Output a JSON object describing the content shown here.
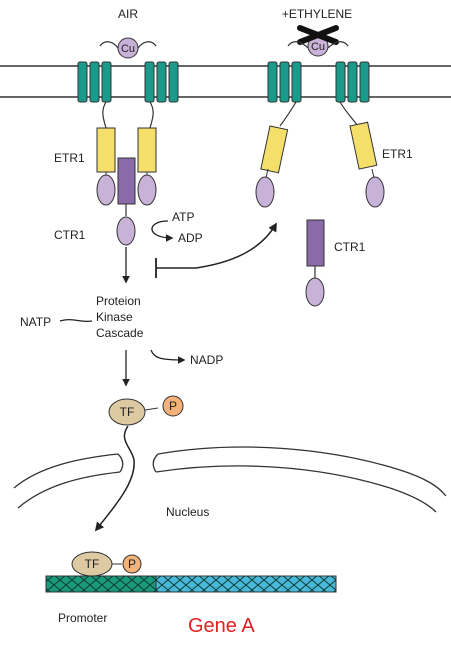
{
  "labels": {
    "air": "AIR",
    "ethylene": "+ETHYLENE",
    "cu_left": "Cu",
    "cu_right": "Cu",
    "etr1_left": "ETR1",
    "etr1_right": "ETR1",
    "ctr1_left": "CTR1",
    "ctr1_right": "CTR1",
    "atp": "ATP",
    "adp": "ADP",
    "cascade_line1": "Proteion",
    "cascade_line2": "Kinase",
    "cascade_line3": "Cascade",
    "natp": "NATP",
    "nadp": "NADP",
    "tf_top": "TF",
    "p_top": "P",
    "nucleus": "Nucleus",
    "tf_bottom": "TF",
    "p_bottom": "P",
    "promoter": "Promoter",
    "gene": "Gene A"
  },
  "colors": {
    "membrane_helix": "#1a9a8a",
    "etr1_box": "#f4df6b",
    "ctr1_body": "#8a6aa8",
    "lobe": "#c9b2d8",
    "tf": "#ddc9a2",
    "phosphate": "#f2b27a",
    "promoter_dna": "#1a9a7a",
    "gene_dna": "#4ab8d8",
    "gene_label": "#e02020"
  }
}
